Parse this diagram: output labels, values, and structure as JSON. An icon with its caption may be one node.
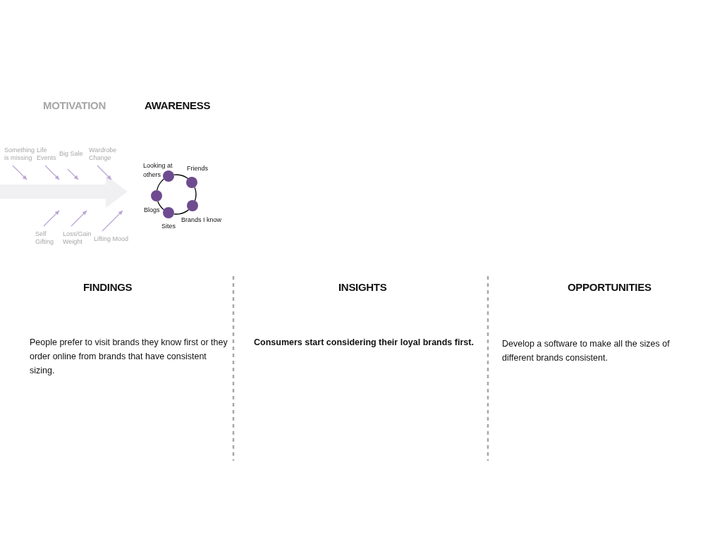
{
  "diagram": {
    "nodes": [
      {
        "text": [],
        "shape": "arrow"
      },
      {
        "text": [
          "Something is missing"
        ]
      },
      {
        "text": [
          "Life Events"
        ]
      },
      {
        "text": [
          "Big Sale"
        ]
      },
      {
        "text": [
          "Wardrobe Change"
        ]
      },
      {
        "text": [
          "Self Gifting"
        ]
      },
      {
        "text": [
          "Loss/Gain Weight"
        ]
      },
      {
        "text": [
          "Lifting Mood"
        ]
      },
      {
        "text": [],
        "shape": "circle",
        "beside": [
          "Looking at others"
        ]
      },
      {
        "text": [],
        "shape": "circle",
        "beside": [
          "Friends"
        ]
      },
      {
        "text": [],
        "shape": "circle",
        "beside": [
          "Blogs"
        ]
      },
      {
        "text": [],
        "shape": "circle",
        "beside": [
          "Brands I know"
        ]
      },
      {
        "text": [],
        "shape": "circle",
        "beside": [
          "Sites"
        ]
      }
    ],
    "edges": [
      {
        "from": 1,
        "to": 0,
        "arrow": "to"
      },
      {
        "from": 2,
        "to": 0,
        "arrow": "to"
      },
      {
        "from": 3,
        "to": 0,
        "arrow": "to"
      },
      {
        "from": 4,
        "to": 0,
        "arrow": "to"
      },
      {
        "from": 5,
        "to": 0,
        "arrow": "to"
      },
      {
        "from": 6,
        "to": 0,
        "arrow": "to"
      },
      {
        "from": 7,
        "to": 0,
        "arrow": "to"
      },
      {
        "from": 8,
        "to": 9,
        "arrow": "none",
        "color": "#000000"
      },
      {
        "from": 9,
        "to": 11,
        "arrow": "none",
        "color": "#000000"
      },
      {
        "from": 11,
        "to": 12,
        "arrow": "none",
        "color": "#000000"
      },
      {
        "from": 12,
        "to": 10,
        "arrow": "none",
        "color": "#000000"
      },
      {
        "from": 10,
        "to": 8,
        "arrow": "none",
        "color": "#000000"
      }
    ],
    "labels": [
      "MOTIVATION",
      "AWARENESS",
      "FINDINGS",
      "INSIGHTS",
      "OPPORTUNITIES",
      "People prefer to visit brands they know first or they order online from brands that have consistent sizing.",
      "Consumers start considering their loyal brands first.",
      "Develop a software to make all the sizes of different brands consistent."
    ]
  }
}
